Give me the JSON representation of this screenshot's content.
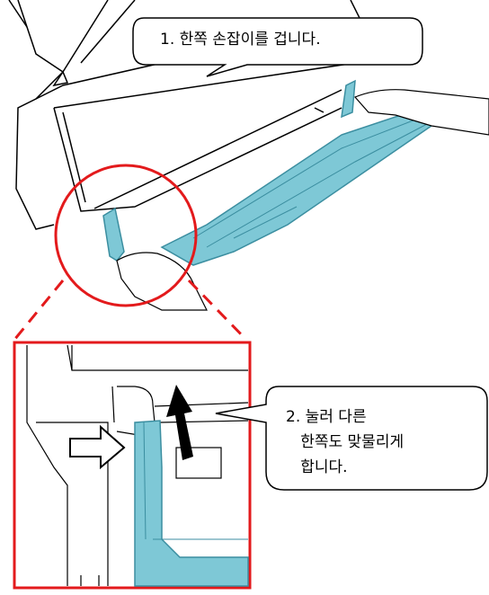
{
  "callouts": {
    "step1": "1. 한쪽 손잡이를 겁니다.",
    "step2_line1": "2. 눌러 다른",
    "step2_line2": "   한쪽도 맞물리게",
    "step2_line3": "   합니다."
  },
  "colors": {
    "tray": "#7ec8d6",
    "tray_dark": "#3b8ea0",
    "highlight": "#e31a1c",
    "line": "#000000"
  },
  "icons": [
    "push-arrow-icon",
    "lift-arrow-icon"
  ]
}
